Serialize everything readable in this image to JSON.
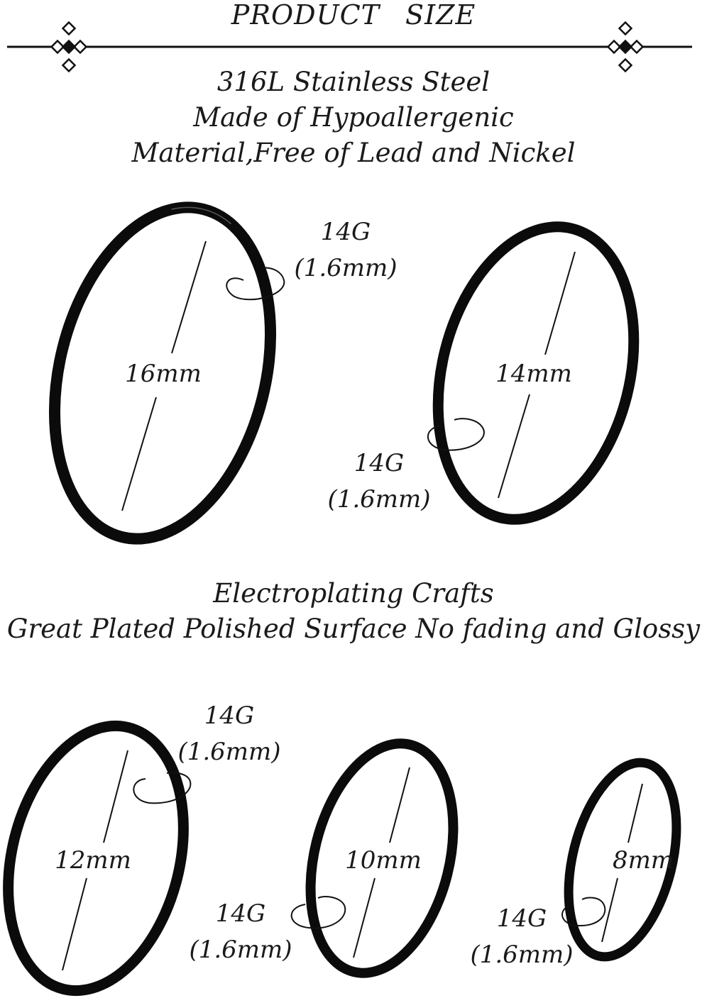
{
  "header": {
    "word1": "PRODUCT",
    "word2": "SIZE"
  },
  "material": {
    "line1": "316L Stainless Steel",
    "line2": "Made of Hypoallergenic",
    "line3": "Material,Free of Lead and Nickel"
  },
  "crafts": {
    "line1": "Electroplating Crafts",
    "line2": "Great Plated Polished Surface No fading and Glossy"
  },
  "rings": [
    {
      "diameter": "16mm",
      "gauge": "14G",
      "thickness": "(1.6mm)"
    },
    {
      "diameter": "14mm",
      "gauge": "14G",
      "thickness": "(1.6mm)"
    },
    {
      "diameter": "12mm",
      "gauge": "14G",
      "thickness": "(1.6mm)"
    },
    {
      "diameter": "10mm",
      "gauge": "14G",
      "thickness": "(1.6mm)"
    },
    {
      "diameter": "8mm",
      "gauge": "14G",
      "thickness": "(1.6mm)"
    }
  ],
  "colors": {
    "ring": "#0b0b0b",
    "text": "#1a1a1a",
    "background": "#ffffff"
  }
}
